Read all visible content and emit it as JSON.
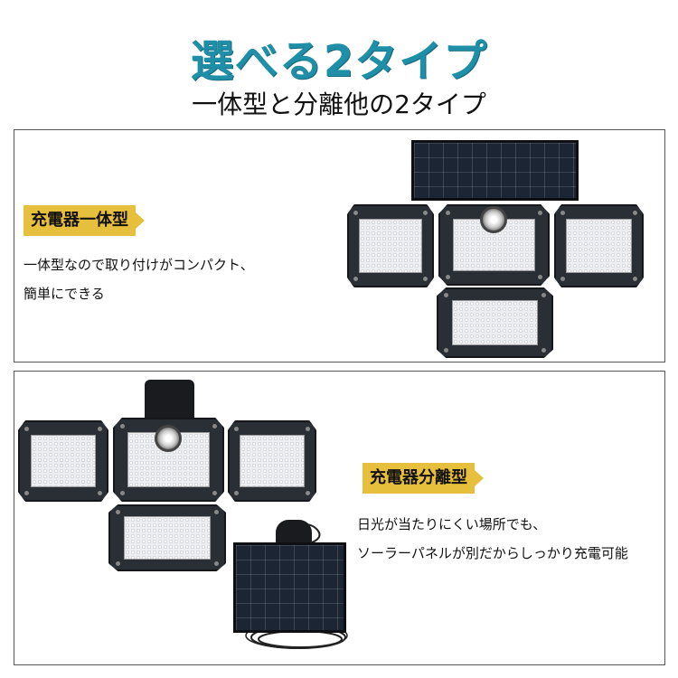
{
  "header": {
    "title": "選べる2タイプ",
    "subtitle": "一体型と分離他の2タイプ"
  },
  "type1": {
    "badge": "充電器一体型",
    "lines": [
      "一体型なので取り付けがコンパクト、",
      "簡単にできる"
    ]
  },
  "type2": {
    "badge": "充電器分離型",
    "lines": [
      "日光が当たりにくい場所でも、",
      "ソーラーパネルが別だからしっかり充電可能"
    ]
  },
  "colors": {
    "title": "#1f8fa8",
    "badge": "#e6bf3c"
  }
}
